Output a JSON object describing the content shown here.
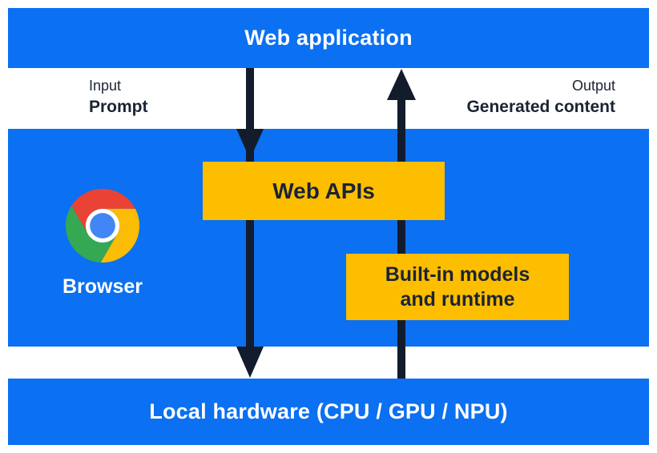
{
  "palette": {
    "blue": "#0b70f1",
    "yellow": "#fdbe00",
    "dark": "#121c2d",
    "text_dark": "#1b2433",
    "chrome_red": "#ea4335",
    "chrome_yellow": "#fbbc05",
    "chrome_green": "#34a853",
    "chrome_blue": "#4285f4"
  },
  "top_bar": {
    "label": "Web application"
  },
  "io_labels": {
    "input_title": "Input",
    "input_value": "Prompt",
    "output_title": "Output",
    "output_value": "Generated content"
  },
  "browser_panel": {
    "browser_label": "Browser",
    "chrome_icon": "chrome-logo",
    "web_apis_box": {
      "label": "Web APIs"
    },
    "builtin_box": {
      "lines": [
        "Built-in models",
        "and runtime"
      ]
    }
  },
  "arrows": {
    "down_arrow": "prompt-flow-down",
    "up_arrow": "generated-content-flow-up"
  },
  "bottom_bar": {
    "label": "Local hardware (CPU / GPU / NPU)"
  }
}
